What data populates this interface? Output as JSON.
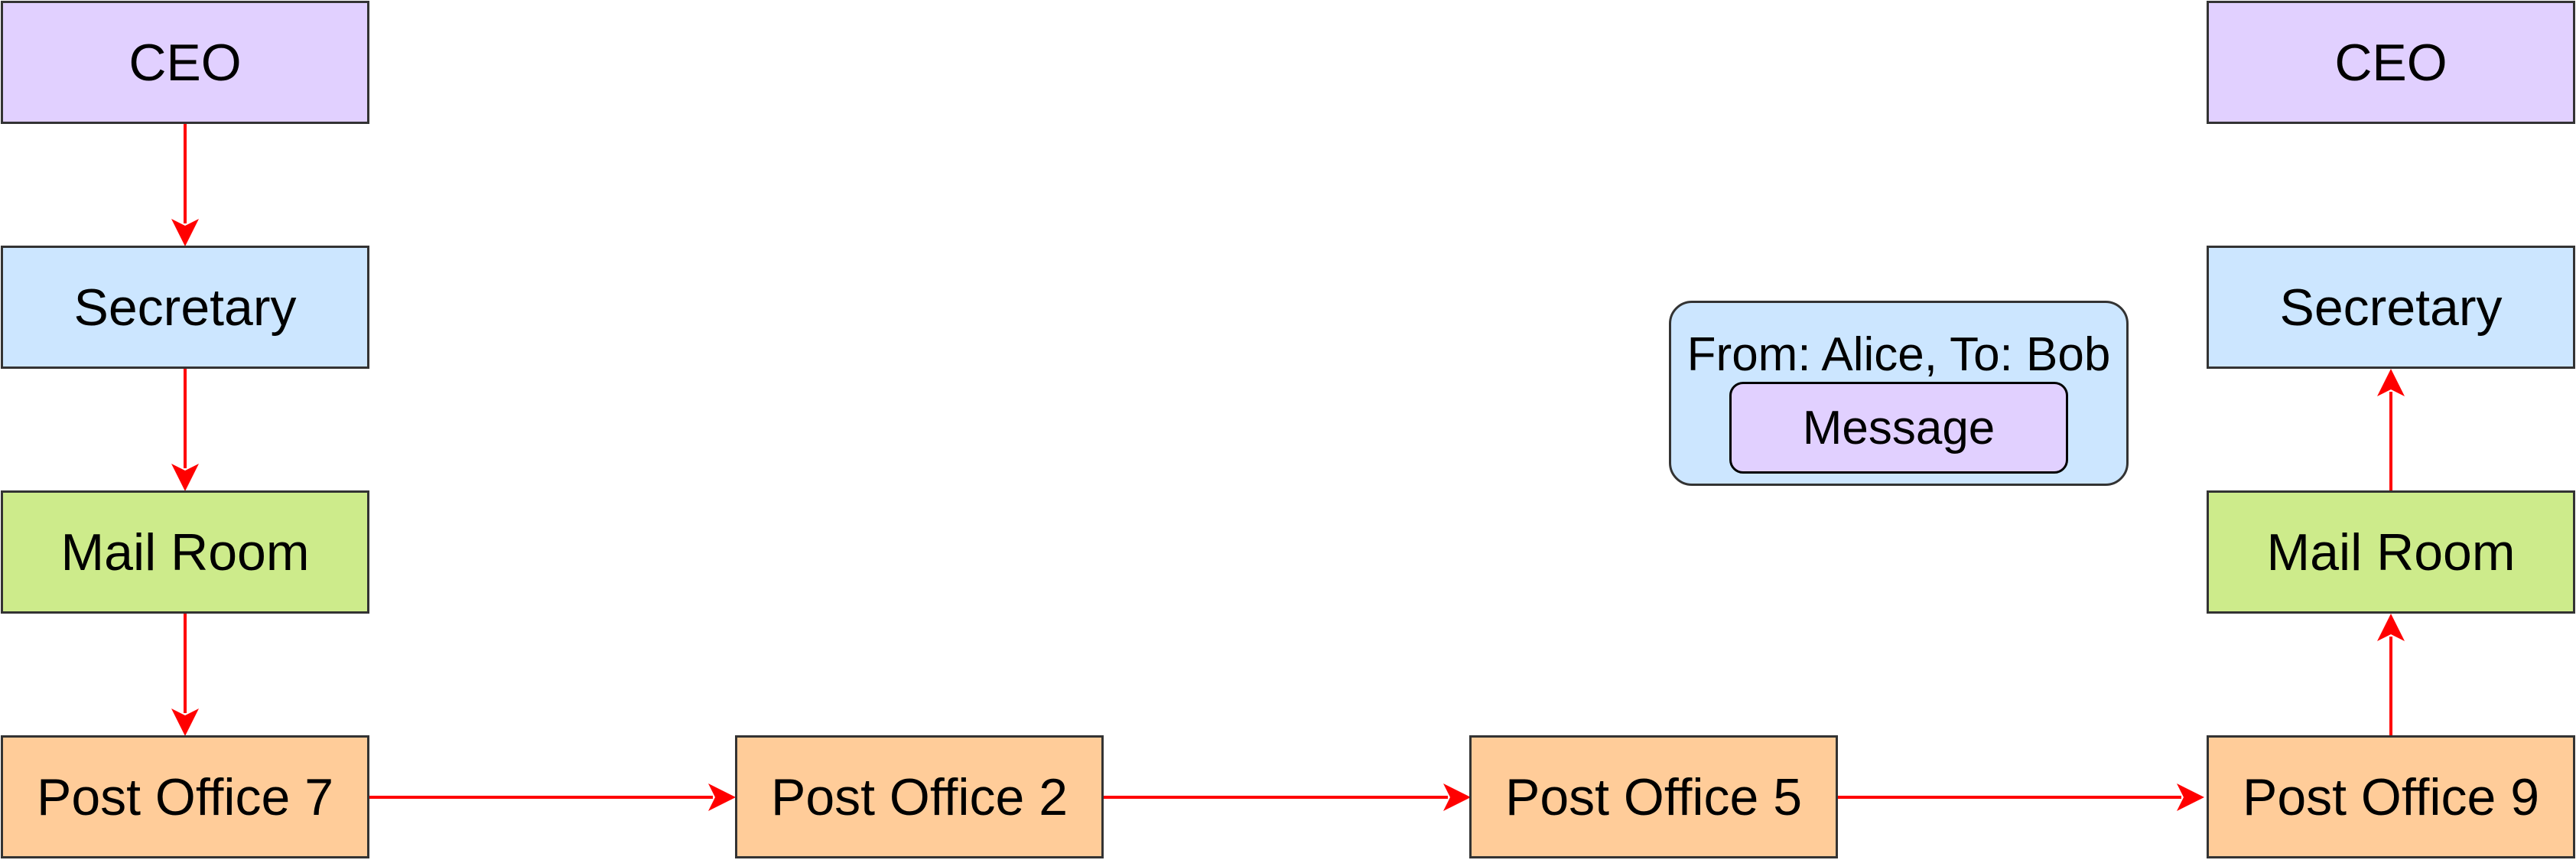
{
  "sender_chain": {
    "ceo": "CEO",
    "secretary": "Secretary",
    "mail_room": "Mail Room"
  },
  "post_offices": [
    {
      "label": "Post Office 7"
    },
    {
      "label": "Post Office 2"
    },
    {
      "label": "Post Office 5"
    },
    {
      "label": "Post Office 9"
    }
  ],
  "receiver_chain": {
    "ceo": "CEO",
    "secretary": "Secretary",
    "mail_room": "Mail Room"
  },
  "envelope": {
    "header": "From: Alice, To: Bob",
    "message": "Message"
  },
  "colors": {
    "ceo_fill": "#e1d0ff",
    "secretary_fill": "#cce6ff",
    "mail_room_fill": "#cdeb8b",
    "post_office_fill": "#ffcc99",
    "arrow": "#ff0000",
    "border": "#333333"
  }
}
